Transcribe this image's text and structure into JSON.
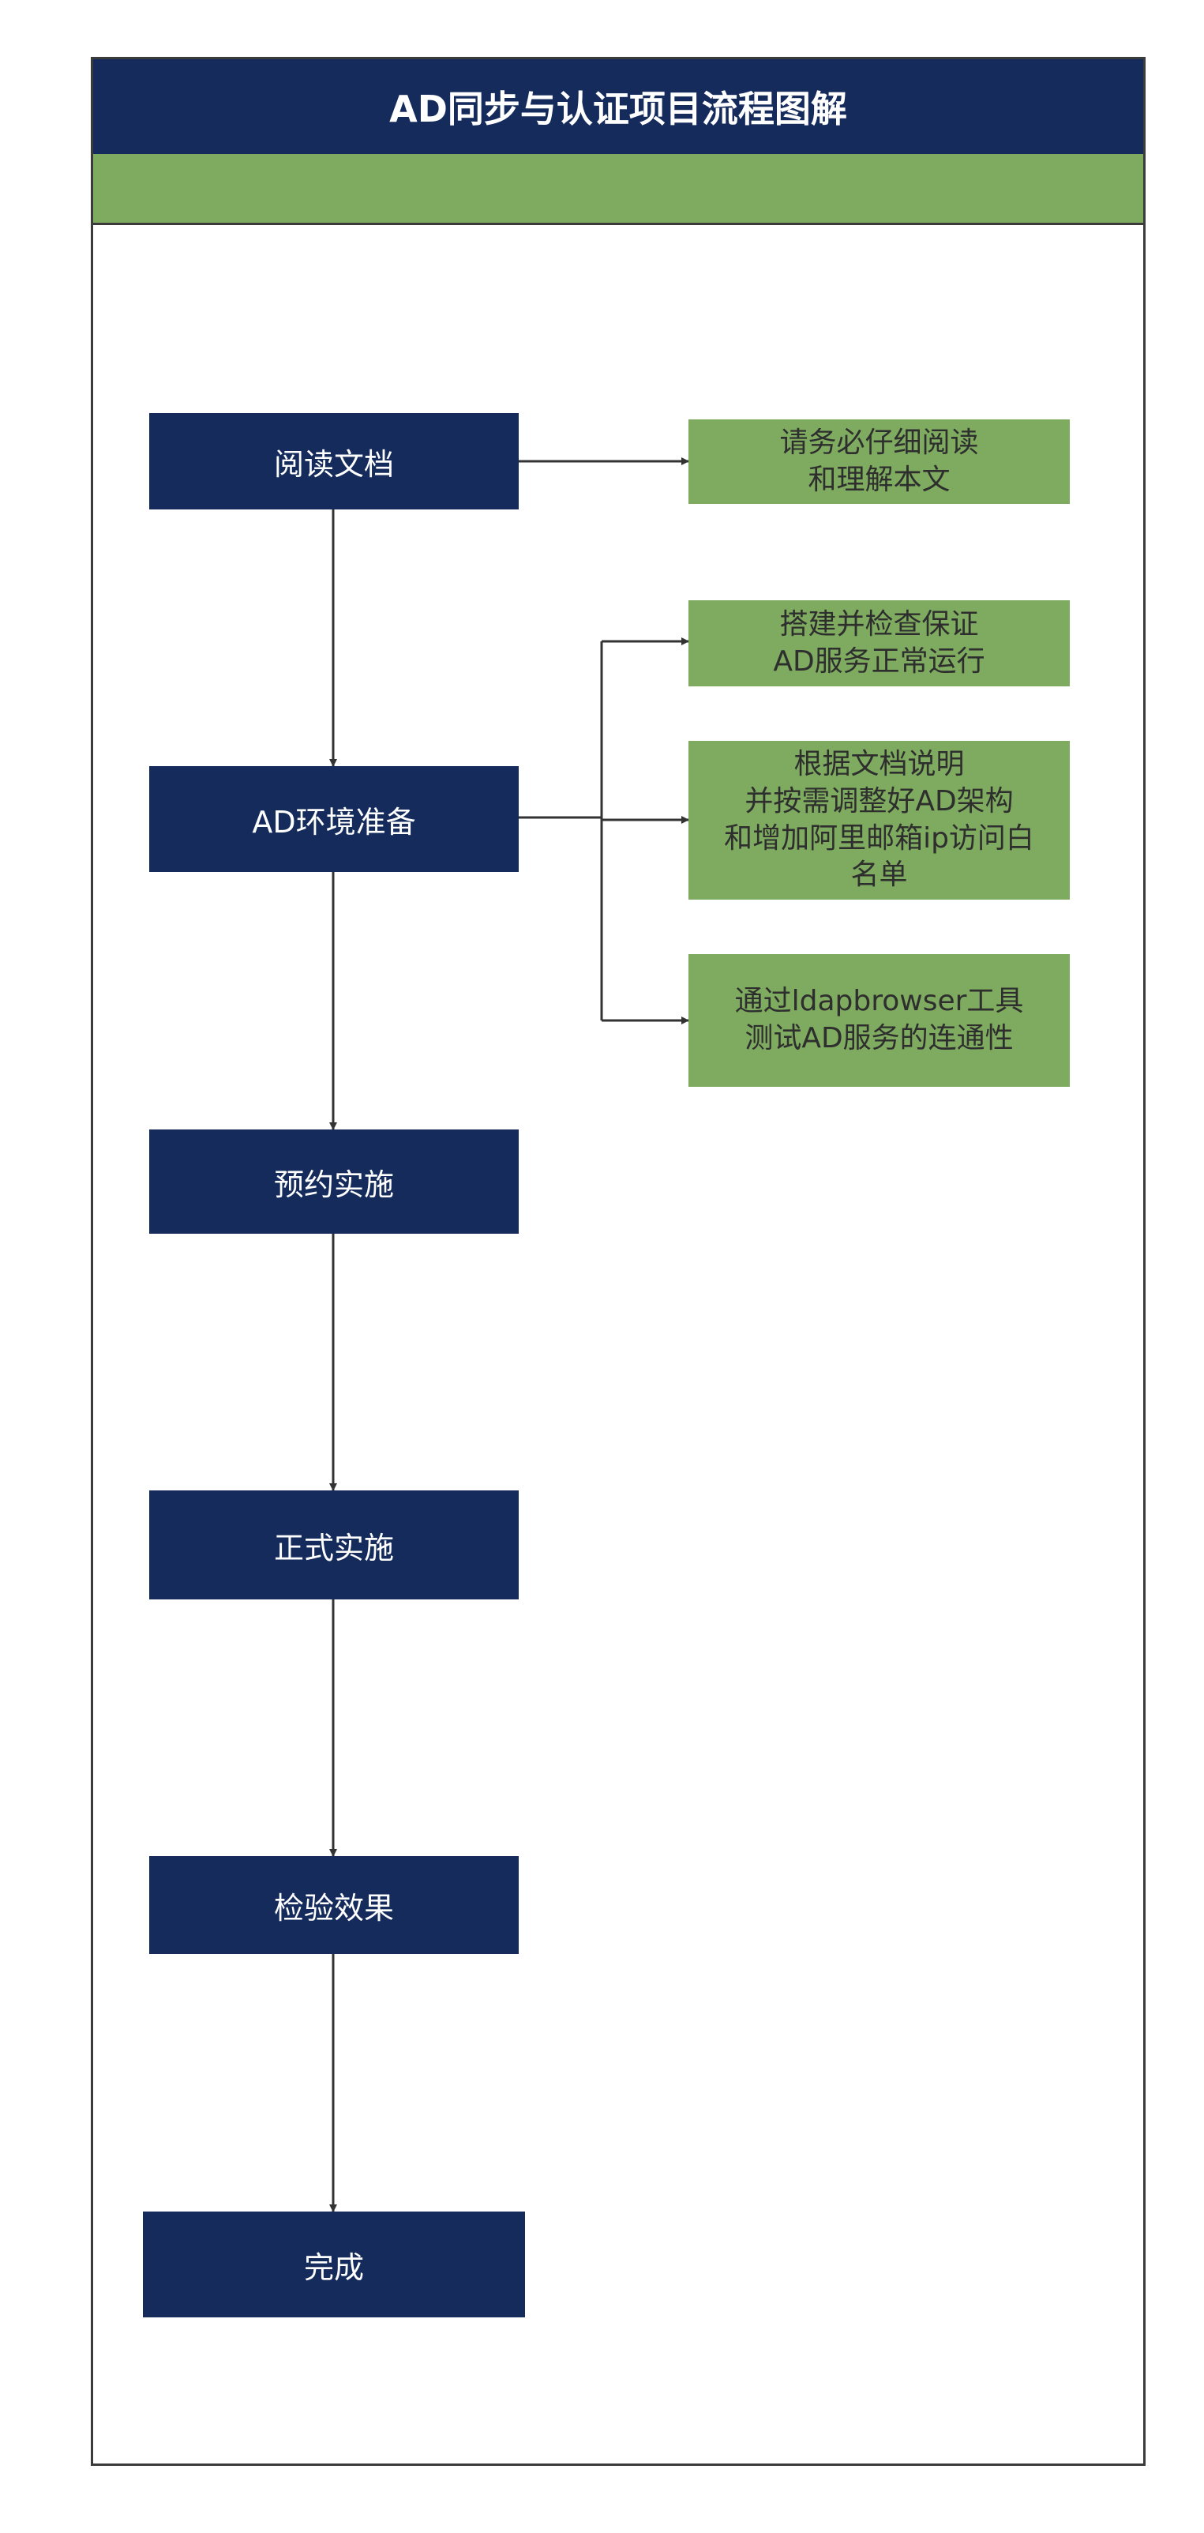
{
  "diagram": {
    "title": "AD同步与认证项目流程图解",
    "colors": {
      "header": "#142b5c",
      "band": "#7eab5f",
      "step": "#142b5c",
      "note": "#7eab5f",
      "line": "#333333"
    },
    "steps": [
      {
        "label": "阅读文档"
      },
      {
        "label": "AD环境准备"
      },
      {
        "label": "预约实施"
      },
      {
        "label": "正式实施"
      },
      {
        "label": "检验效果"
      },
      {
        "label": "完成"
      }
    ],
    "notes": [
      {
        "text": "请务必仔细阅读\n和理解本文"
      },
      {
        "text": "搭建并检查保证\nAD服务正常运行"
      },
      {
        "text": "根据文档说明\n并按需调整好AD架构\n和增加阿里邮箱ip访问白\n名单"
      },
      {
        "text": "通过ldapbrowser工具\n测试AD服务的连通性"
      }
    ]
  }
}
